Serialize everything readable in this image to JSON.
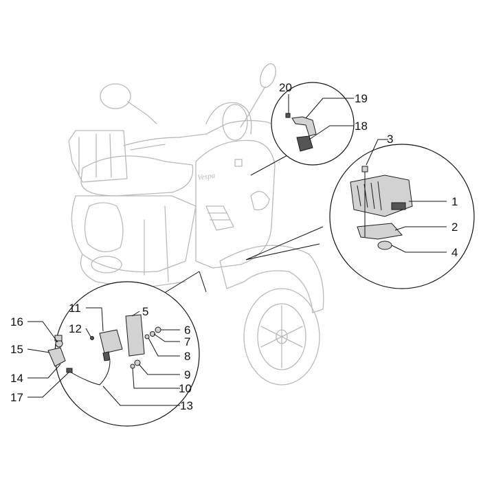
{
  "diagram": {
    "callouts": [
      {
        "n": "1"
      },
      {
        "n": "2"
      },
      {
        "n": "3"
      },
      {
        "n": "4"
      },
      {
        "n": "5"
      },
      {
        "n": "6"
      },
      {
        "n": "7"
      },
      {
        "n": "8"
      },
      {
        "n": "9"
      },
      {
        "n": "10"
      },
      {
        "n": "11"
      },
      {
        "n": "12"
      },
      {
        "n": "13"
      },
      {
        "n": "14"
      },
      {
        "n": "15"
      },
      {
        "n": "16"
      },
      {
        "n": "17"
      },
      {
        "n": "18"
      },
      {
        "n": "19"
      },
      {
        "n": "20"
      }
    ],
    "logo_text": "Vespa"
  }
}
